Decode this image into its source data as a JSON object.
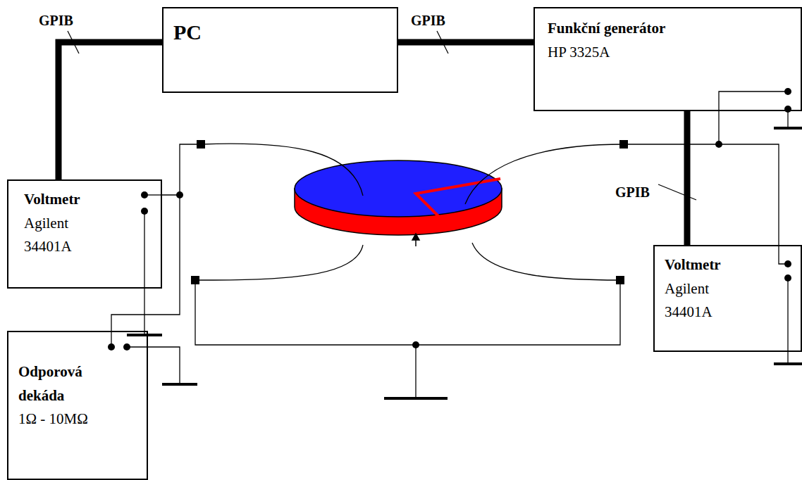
{
  "diagram": {
    "nodes": [
      {
        "text": [
          "PC"
        ]
      },
      {
        "text": [
          "Funkční generátor",
          "HP 3325A"
        ]
      },
      {
        "text": [
          "Voltmetr",
          "Agilent 34401A"
        ]
      },
      {
        "text": [
          "Voltmetr",
          "Agilent 34401A"
        ]
      },
      {
        "text": [
          "Odporová dekáda",
          "1Ω - 10MΩ"
        ]
      }
    ],
    "edges": [
      {
        "from": 0,
        "to": 2,
        "label": "GPIB",
        "arrow": "none"
      },
      {
        "from": 0,
        "to": 1,
        "label": "GPIB",
        "arrow": "none"
      },
      {
        "from": 1,
        "to": 3,
        "label": "GPIB",
        "arrow": "none"
      },
      {
        "from": 2,
        "to": 4,
        "arrow": "none"
      },
      {
        "from": 1,
        "to": 3,
        "arrow": "none"
      }
    ]
  }
}
